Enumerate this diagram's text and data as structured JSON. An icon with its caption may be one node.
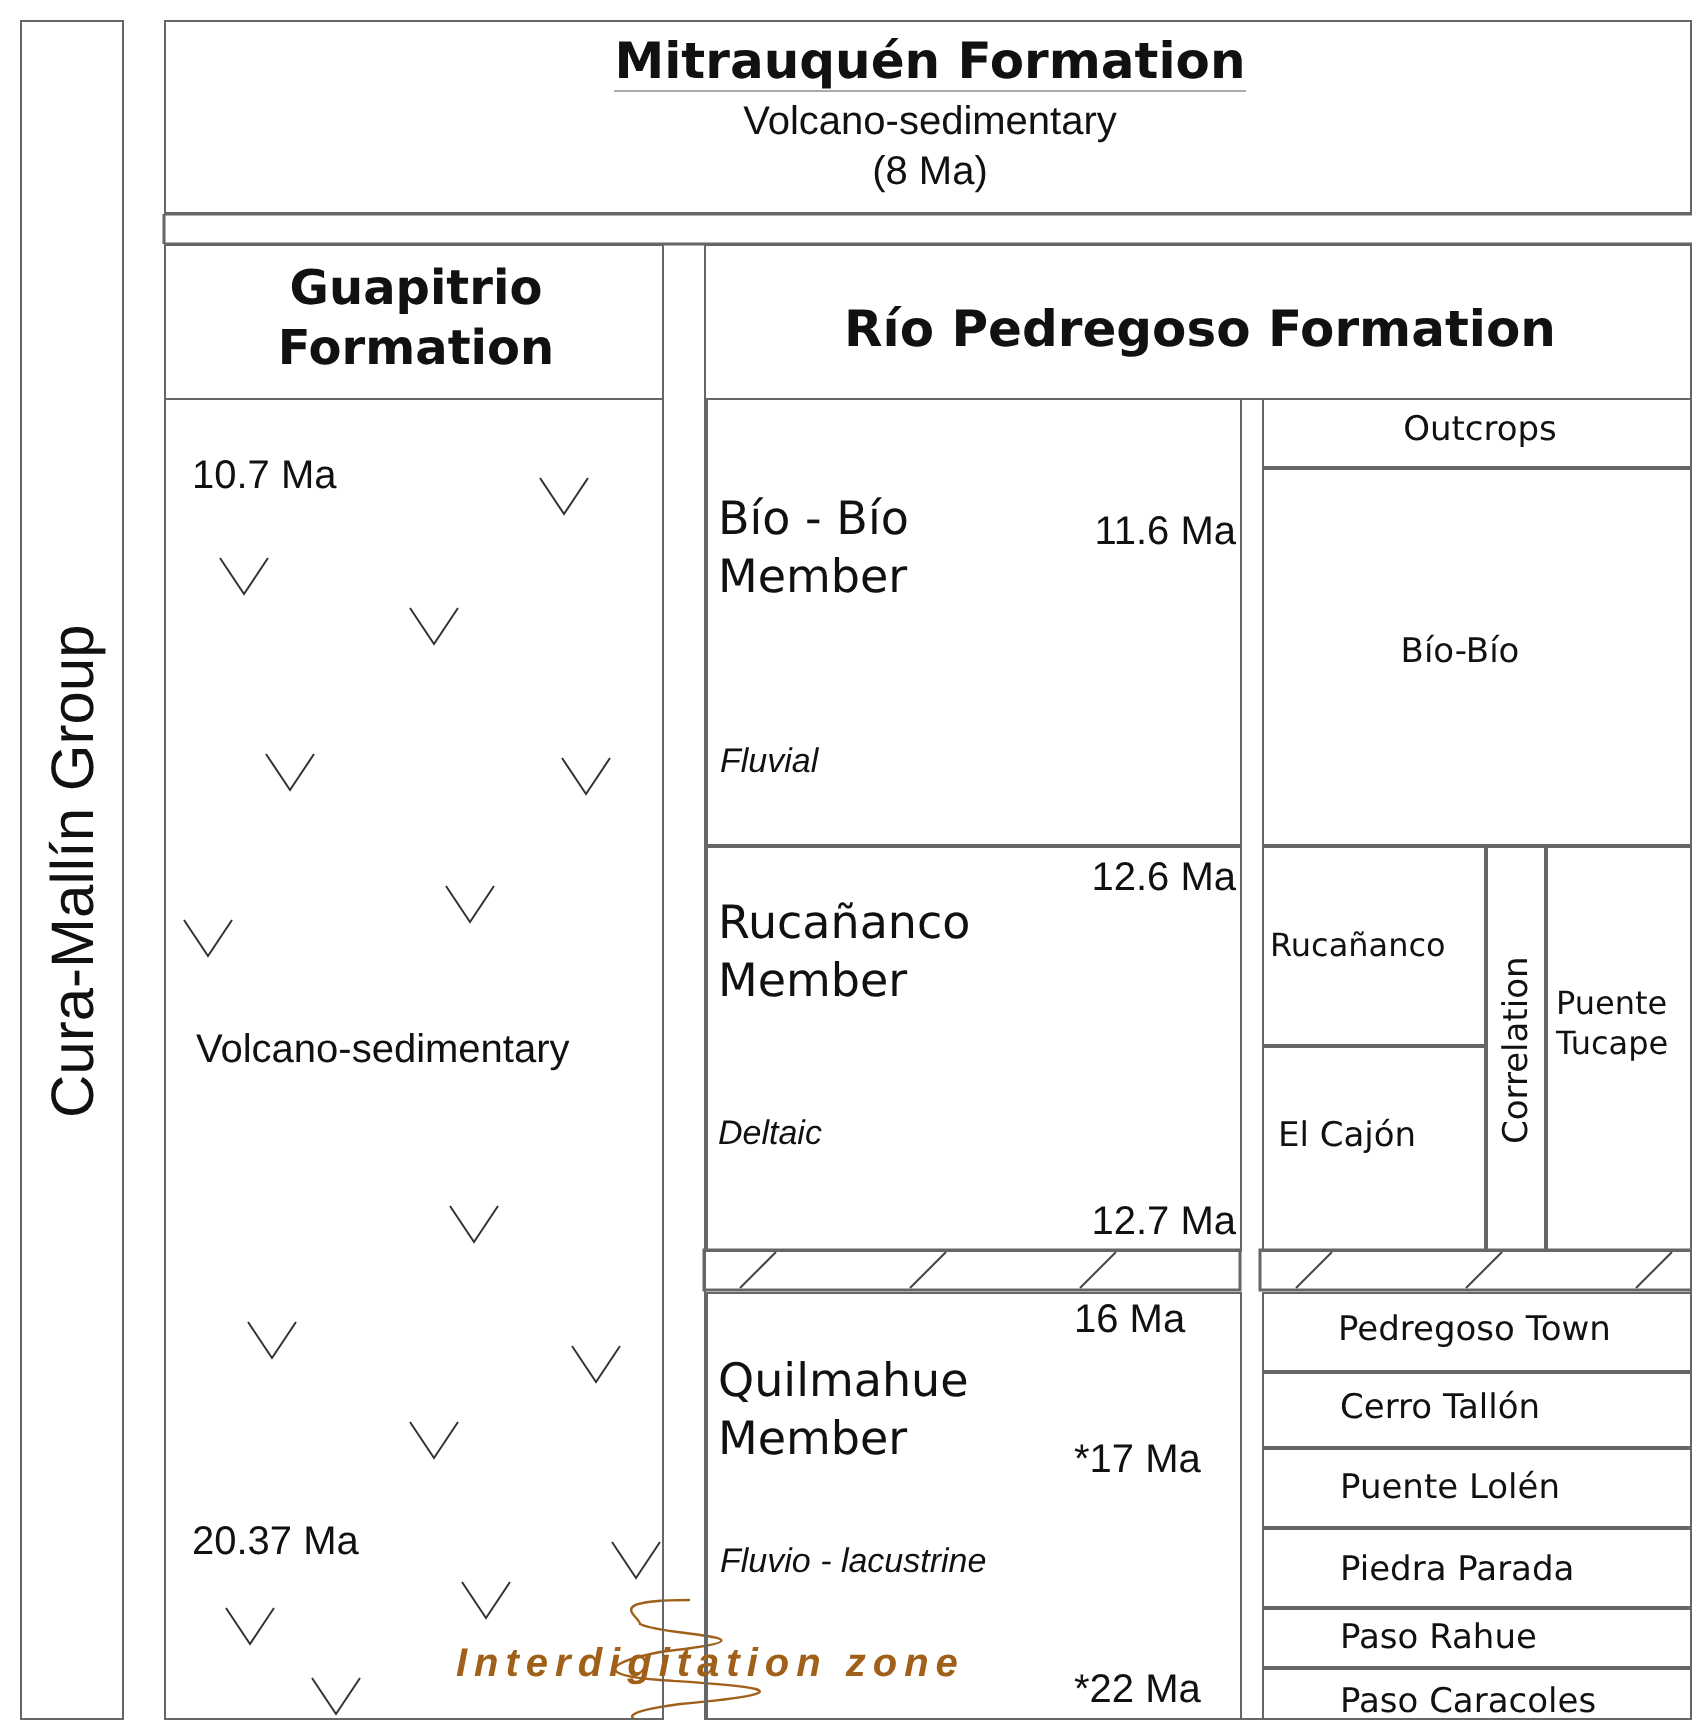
{
  "diagram": {
    "nodes": [
      {
        "text": [
          "Cura-Mallín Group"
        ]
      },
      {
        "text": [
          "Mitrauquén Formation",
          "Volcano-sedimentary (8 Ma)"
        ]
      },
      {
        "text": [
          "Guapitrio Formation",
          "10.7 Ma",
          "Volcano-sedimentary",
          "20.37 Ma"
        ]
      },
      {
        "text": [
          "Río Pedregoso Formation"
        ]
      },
      {
        "text": [
          "Bío - Bío Member",
          "11.6 Ma",
          "Fluvial"
        ],
        "in": 3
      },
      {
        "text": [
          "12.6 Ma",
          "Rucañanco Member",
          "Deltaic",
          "12.7 Ma"
        ],
        "in": 3
      },
      {
        "text": [
          "16 Ma",
          "Quilmahue Member",
          "*17 Ma",
          "Fluvio - lacustrine",
          "*22 Ma"
        ],
        "in": 3
      },
      {
        "text": [
          "Outcrops"
        ],
        "in": 3
      },
      {
        "text": [
          "Bío-Bío"
        ],
        "in": 3
      },
      {
        "text": [
          "Rucañanco"
        ],
        "in": 3
      },
      {
        "text": [
          "El Cajón"
        ],
        "in": 3
      },
      {
        "text": [
          "Correlation"
        ],
        "in": 3
      },
      {
        "text": [
          "Puente Tucape"
        ],
        "in": 3
      },
      {
        "text": [
          "Pedregoso Town"
        ],
        "in": 3
      },
      {
        "text": [
          "Cerro Tallón"
        ],
        "in": 3
      },
      {
        "text": [
          "Puente Lolén"
        ],
        "in": 3
      },
      {
        "text": [
          "Piedra Parada"
        ],
        "in": 3
      },
      {
        "text": [
          "Paso Rahue"
        ],
        "in": 3
      },
      {
        "text": [
          "Paso Caracoles"
        ],
        "in": 3
      }
    ],
    "edges": [],
    "labels": [
      "Interdigitation zone"
    ]
  }
}
